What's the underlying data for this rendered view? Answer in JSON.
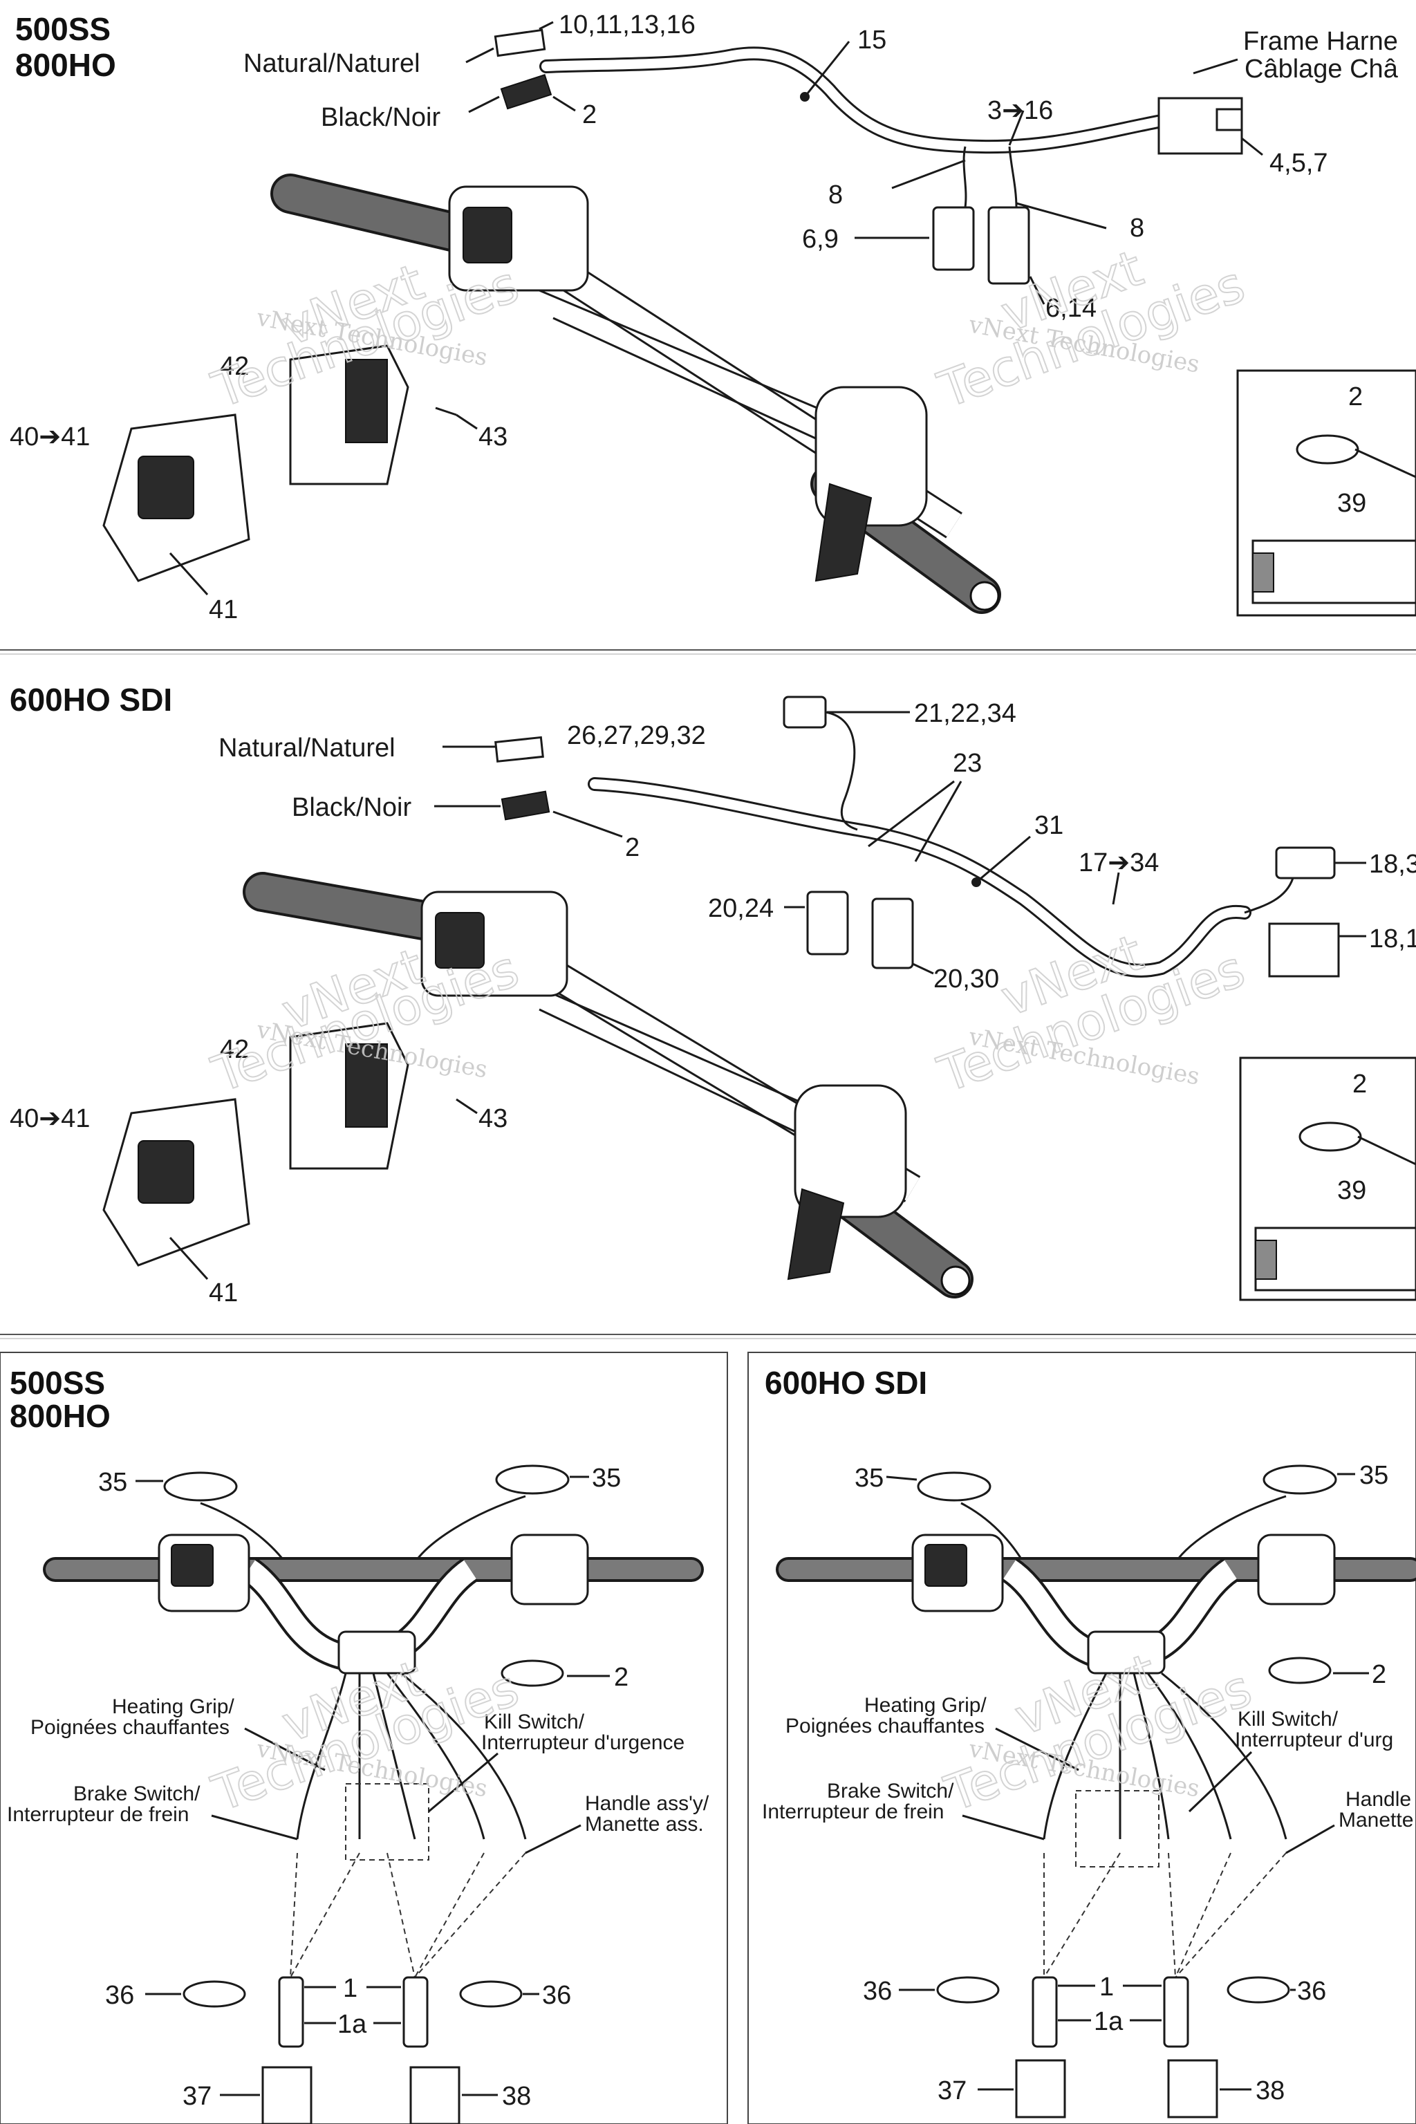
{
  "sections": {
    "top": {
      "model_line1": "500SS",
      "model_line2": "800HO",
      "natural": "Natural/Naturel",
      "black": "Black/Noir",
      "frame1": "Frame Harne",
      "frame2": "Câblage Châ",
      "c1": "10,11,13,16",
      "c2": "2",
      "c15": "15",
      "c3": "3➔16",
      "c457": "4,5,7",
      "c8a": "8",
      "c8b": "8",
      "c69": "6,9",
      "c614": "6,14",
      "c42": "42",
      "c43": "43",
      "c4041": "40➔41",
      "c41": "41",
      "c39": "39"
    },
    "middle": {
      "model": "600HO SDI",
      "natural": "Natural/Naturel",
      "black": "Black/Noir",
      "c1": "26,27,29,32",
      "c2": "2",
      "c212234": "21,22,34",
      "c23": "23",
      "c31": "31",
      "c1734": "17➔34",
      "c18a": "18,3",
      "c18b": "18,1",
      "c2024": "20,24",
      "c2030": "20,30",
      "c42": "42",
      "c43": "43",
      "c4041": "40➔41",
      "c41": "41",
      "c39": "39"
    },
    "bottom_left": {
      "model_line1": "500SS",
      "model_line2": "800HO",
      "c35a": "35",
      "c35b": "35",
      "c2": "2",
      "heat1": "Heating Grip/",
      "heat2": "Poignées chauffantes",
      "kill1": "Kill Switch/",
      "kill2": "Interrupteur d'urgence",
      "brake1": "Brake Switch/",
      "brake2": "Interrupteur de frein",
      "handle1": "Handle ass'y/",
      "handle2": "Manette ass.",
      "c36a": "36",
      "c36b": "36",
      "c1": "1",
      "c1a": "1a",
      "c37": "37",
      "c38": "38"
    },
    "bottom_right": {
      "model": "600HO SDI",
      "c35a": "35",
      "c35b": "35",
      "c2": "2",
      "heat1": "Heating Grip/",
      "heat2": "Poignées chauffantes",
      "kill1": "Kill Switch/",
      "kill2": "Interrupteur d'urg",
      "brake1": "Brake Switch/",
      "brake2": "Interrupteur de frein",
      "handle1": "Handle",
      "handle2": "Manette",
      "c36a": "36",
      "c36b": "36",
      "c1": "1",
      "c1a": "1a",
      "c37": "37",
      "c38": "38"
    }
  },
  "watermark": {
    "line1": "vNext Technologies",
    "line2": "vNext",
    "line3": "Technologies"
  }
}
